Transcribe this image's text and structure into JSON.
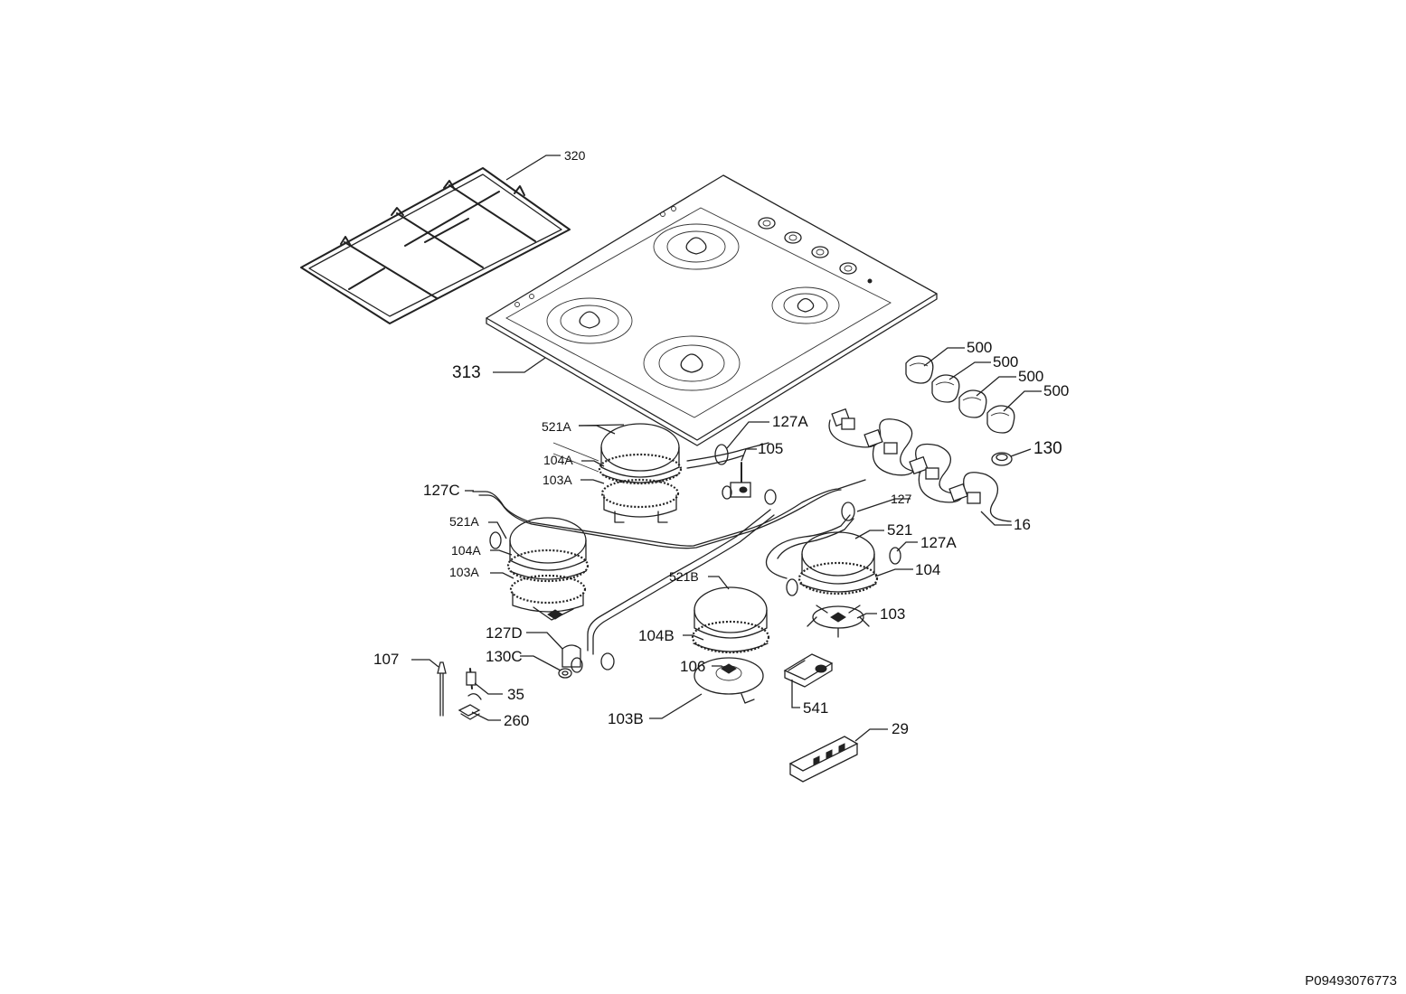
{
  "document_id": "P09493076773",
  "callouts": {
    "c320": "320",
    "c313": "313",
    "c500a": "500",
    "c500b": "500",
    "c500c": "500",
    "c500d": "500",
    "c130": "130",
    "c16": "16",
    "c521A_1": "521A",
    "c104A_1": "104A",
    "c103A_1": "103A",
    "c127A_1": "127A",
    "c105": "105",
    "c127C": "127C",
    "c127": "127",
    "c521A_2": "521A",
    "c104A_2": "104A",
    "c103A_2": "103A",
    "c521": "521",
    "c127A_2": "127A",
    "c104": "104",
    "c103": "103",
    "c521B": "521B",
    "c104B": "104B",
    "c106": "106",
    "c103B": "103B",
    "c127D": "127D",
    "c130C": "130C",
    "c107": "107",
    "c35": "35",
    "c260": "260",
    "c541": "541",
    "c29": "29"
  }
}
